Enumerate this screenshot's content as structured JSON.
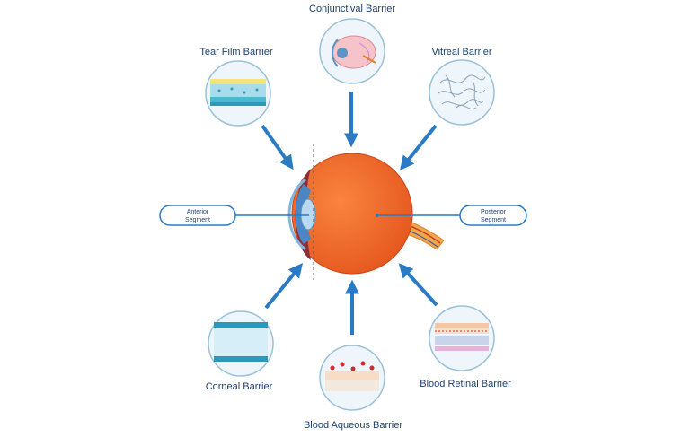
{
  "labels": {
    "conjunctival": "Conjunctival Barrier",
    "tear_film": "Tear Film Barrier",
    "vitreal": "Vitreal Barrier",
    "corneal": "Corneal Barrier",
    "blood_aqueous": "Blood Aqueous Barrier",
    "blood_retinal": "Blood Retinal Barrier",
    "anterior_line1": "Anterior",
    "anterior_line2": "Segment",
    "posterior_line1": "Posterior",
    "posterior_line2": "Segment"
  },
  "colors": {
    "arrow": "#2a7bc4",
    "circle_stroke": "#9bc1d8",
    "circle_fill": "#eef5fb",
    "eye_orange": "#f26a2a",
    "label_text": "#1f3f6d"
  }
}
